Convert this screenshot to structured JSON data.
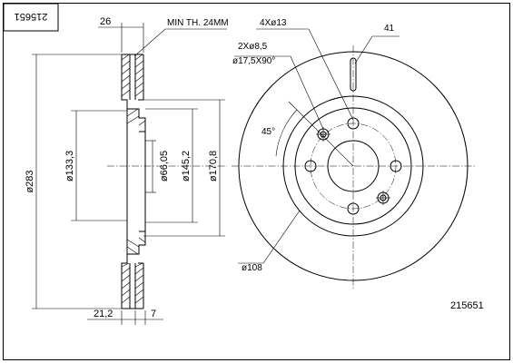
{
  "part_number": "215651",
  "part_number_mirrored": "215651",
  "labels": {
    "thickness": "26",
    "min_thickness": "MIN TH. 24MM",
    "diameter_outer": "ø283",
    "diameter_133": "ø133,3",
    "diameter_66": "ø66,05",
    "diameter_145": "ø145,2",
    "diameter_170": "ø170,8",
    "offset_21": "21,2",
    "offset_7": "7",
    "bolt_holes": "4Xø13",
    "aux_holes": "2Xø8,5",
    "countersink": "ø17,5X90°",
    "angle": "45°",
    "slot": "41",
    "diameter_108": "ø108"
  }
}
